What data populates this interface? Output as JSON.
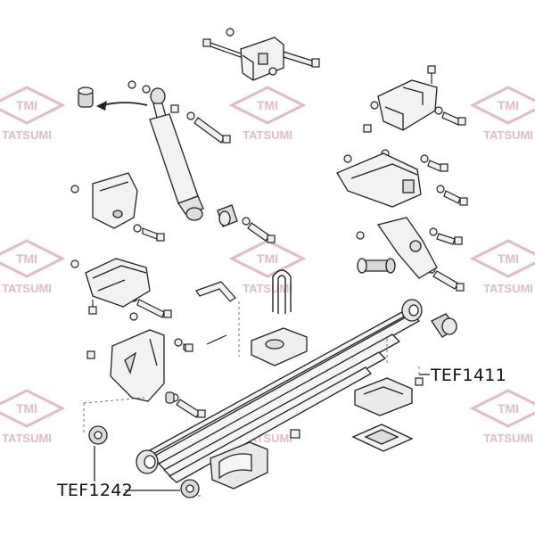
{
  "watermark": {
    "logo_text": "TMI",
    "brand_text": "TATSUMI",
    "color": "#e5b9c1"
  },
  "colors": {
    "line": "#222222",
    "fill_light": "#f2f2f2",
    "fill_mid": "#d9d9d9",
    "fill_dark": "#b5b5b5"
  },
  "callouts": {
    "part_a": "TEF1411",
    "part_b": "TEF1242"
  }
}
